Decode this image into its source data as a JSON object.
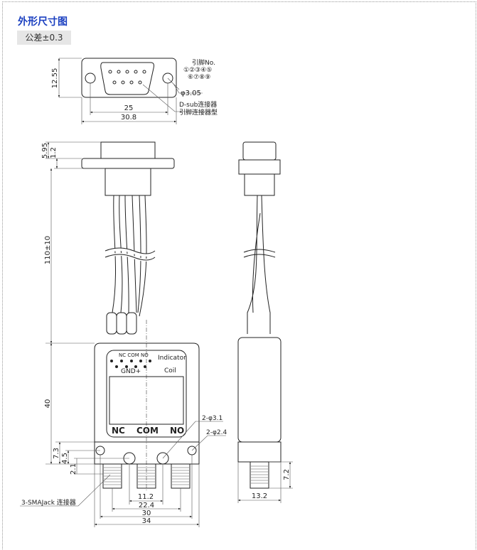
{
  "title": "外形尺寸图",
  "tolerance": "公差±0.3",
  "top_view": {
    "pin_label": "引脚No.",
    "pins_row1": "①②③④⑤",
    "pins_row2": "⑥⑦⑧⑨",
    "hole_dim": "φ3.05",
    "connector_line1": "D-sub连接器",
    "connector_line2": "引脚连接器型",
    "dim_height": "12.55",
    "dim_holes": "25",
    "dim_width": "30.8"
  },
  "front_view": {
    "dim_top": "5.95",
    "dim_flange": "1.2",
    "dim_cable": "110±10",
    "dim_body": "40",
    "dim_7_3": "7.3",
    "dim_4_5": "4.5",
    "dim_2_1": "2.1",
    "indicator_pins": "NC COM NO",
    "coil_pins": "GND+",
    "indicator": "Indicator",
    "coil": "Coil",
    "port_nc": "NC",
    "port_com": "COM",
    "port_no": "NO",
    "hole_a": "2-φ3.1",
    "hole_b": "2-φ2.4",
    "sma": "3-SMAJack 连接器",
    "dim_11_2": "11.2",
    "dim_22_4": "22.4",
    "dim_30": "30",
    "dim_34": "34"
  },
  "side_view": {
    "dim_width": "13.2",
    "dim_sma": "7.2"
  }
}
